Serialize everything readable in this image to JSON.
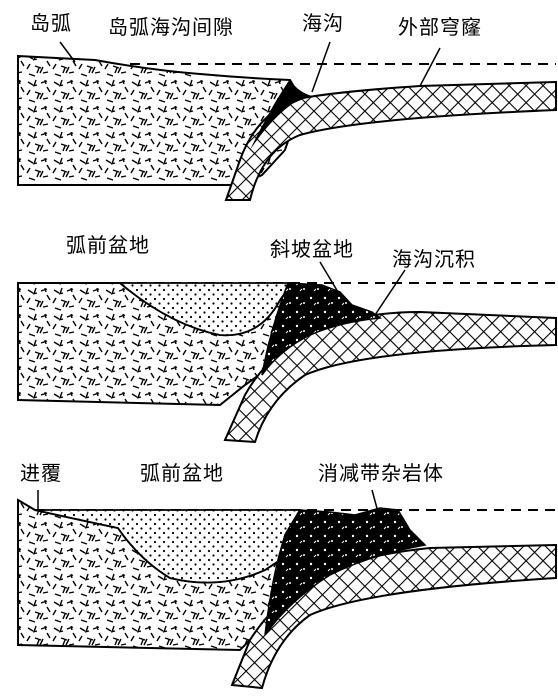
{
  "panels": [
    {
      "id": "panel-1",
      "labels": {
        "island_arc": "岛弧",
        "arc_trench_gap": "岛弧海沟间隙",
        "trench": "海沟",
        "outer_swell": "外部穹窿"
      }
    },
    {
      "id": "panel-2",
      "labels": {
        "forearc_basin": "弧前盆地",
        "slope_basin": "斜坡盆地",
        "trench_sediment": "海沟沉积"
      }
    },
    {
      "id": "panel-3",
      "labels": {
        "transgression": "进覆",
        "forearc_basin": "弧前盆地",
        "subduction_melange": "消减带杂岩体"
      }
    }
  ]
}
